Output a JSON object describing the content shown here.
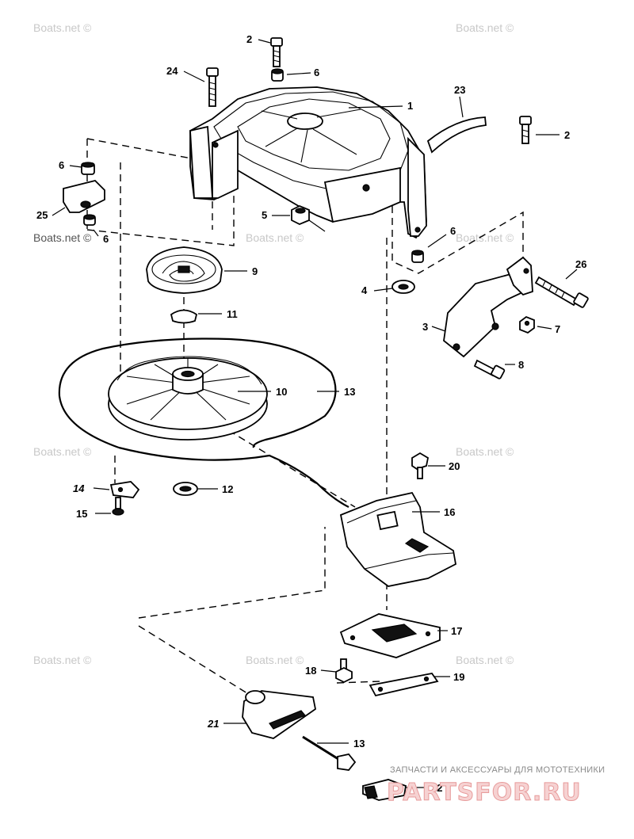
{
  "watermark": {
    "text": "Boats.net ©"
  },
  "brand": {
    "tagline": "ЗАПЧАСТИ И АКСЕССУАРЫ ДЛЯ МОТОТЕХНИКИ",
    "logo_text": "PARTSFOR.RU"
  },
  "callouts": {
    "c1": "1",
    "c2a": "2",
    "c2b": "2",
    "c3": "3",
    "c4": "4",
    "c5": "5",
    "c6a": "6",
    "c6b": "6",
    "c6c": "6",
    "c6d": "6",
    "c7": "7",
    "c8": "8",
    "c9": "9",
    "c10": "10",
    "c11": "11",
    "c12": "12",
    "c13a": "13",
    "c13b": "13",
    "c14": "14",
    "c15": "15",
    "c16": "16",
    "c17": "17",
    "c18": "18",
    "c19": "19",
    "c20": "20",
    "c21": "21",
    "c22": "22",
    "c23": "23",
    "c24": "24",
    "c25": "25",
    "c26": "26"
  }
}
